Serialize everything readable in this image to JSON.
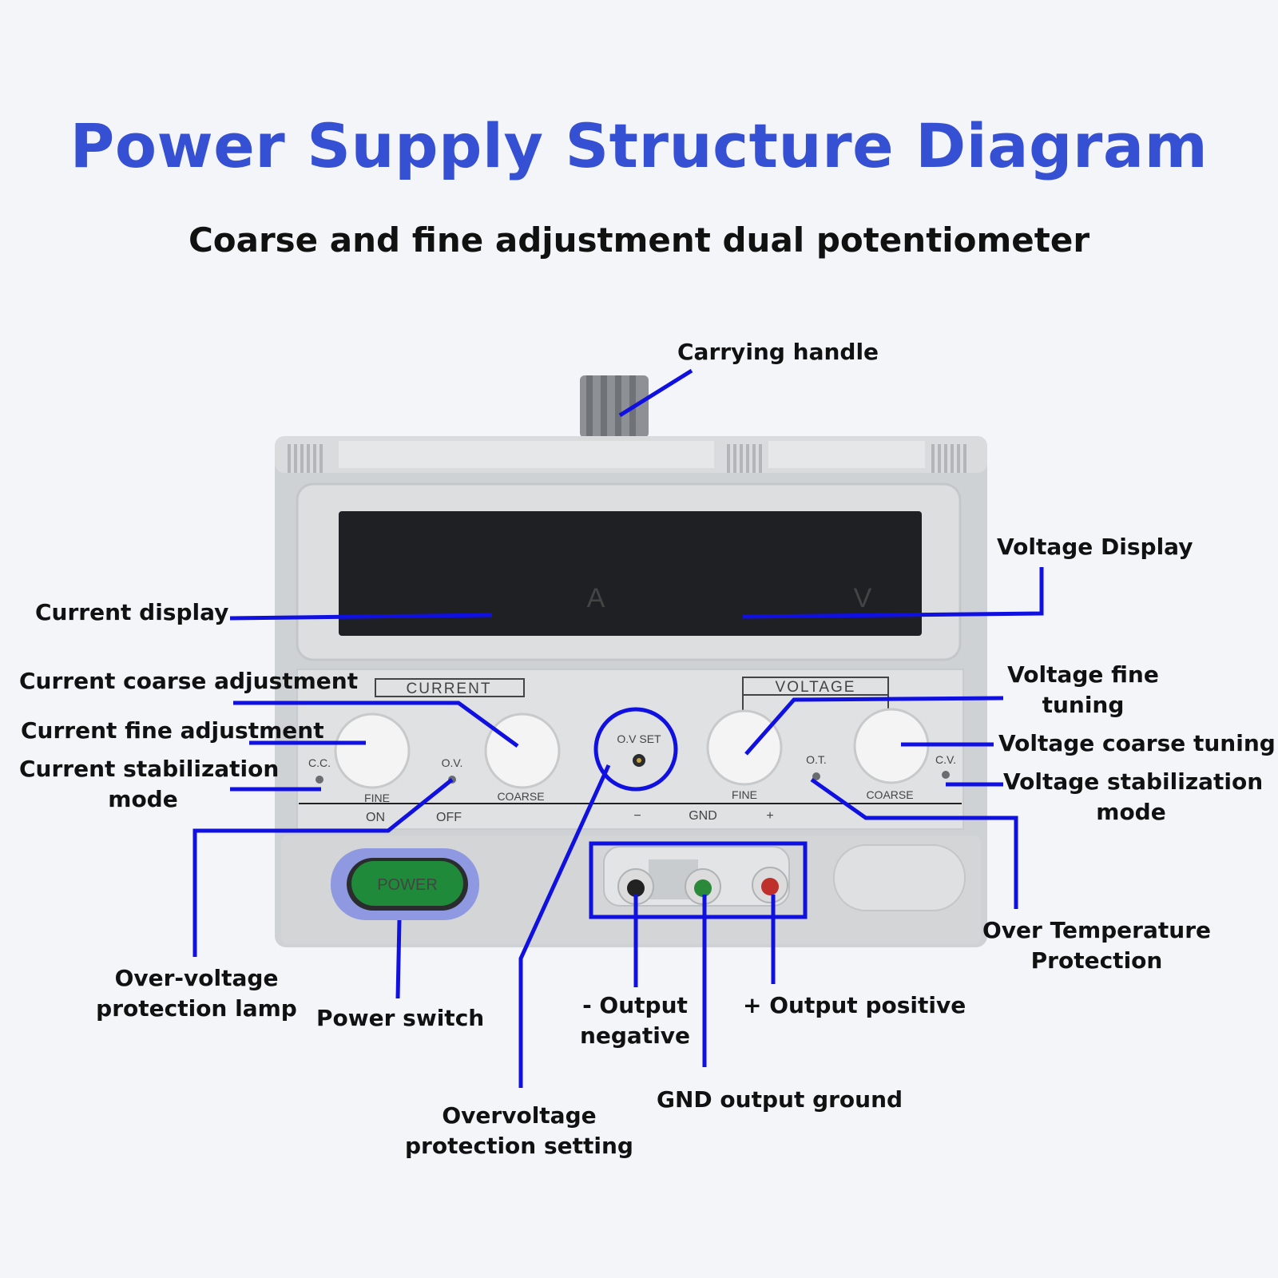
{
  "title": "Power Supply Structure Diagram",
  "subtitle": "Coarse and fine adjustment dual potentiometer",
  "colors": {
    "title": "#3650d4",
    "leader_line": "#1010e0",
    "panel": "#d6d8da",
    "display": "#1f2023",
    "power_button": "#1f8a3a",
    "jack_negative": "#222222",
    "jack_ground": "#2a8a3a",
    "jack_positive": "#c0302a"
  },
  "labels": {
    "carrying_handle": "Carrying handle",
    "voltage_display": "Voltage Display",
    "current_display": "Current display",
    "current_coarse": "Current coarse adjustment",
    "current_fine": "Current fine adjustment",
    "current_stab_1": "Current stabilization",
    "current_stab_2": "mode",
    "voltage_fine_1": "Voltage fine",
    "voltage_fine_2": "tuning",
    "voltage_coarse": "Voltage coarse tuning",
    "voltage_stab_1": "Voltage stabilization",
    "voltage_stab_2": "mode",
    "over_temp_1": "Over Temperature",
    "over_temp_2": "Protection",
    "ov_lamp_1": "Over-voltage",
    "ov_lamp_2": "protection lamp",
    "power_switch": "Power switch",
    "out_neg_1": "- Output",
    "out_neg_2": "negative",
    "out_pos": "+ Output positive",
    "gnd_out": "GND output ground",
    "ov_set_1": "Overvoltage",
    "ov_set_2": "protection setting"
  },
  "panel_text": {
    "display_a": "A",
    "display_v": "V",
    "current_header": "CURRENT",
    "voltage_header": "VOLTAGE",
    "cc": "C.C.",
    "ov": "O.V.",
    "ot": "O.T.",
    "cv": "C.V.",
    "fine": "FINE",
    "coarse": "COARSE",
    "ov_set": "O.V SET",
    "on": "ON",
    "off": "OFF",
    "minus": "−",
    "gnd": "GND",
    "plus": "+",
    "power": "POWER"
  }
}
